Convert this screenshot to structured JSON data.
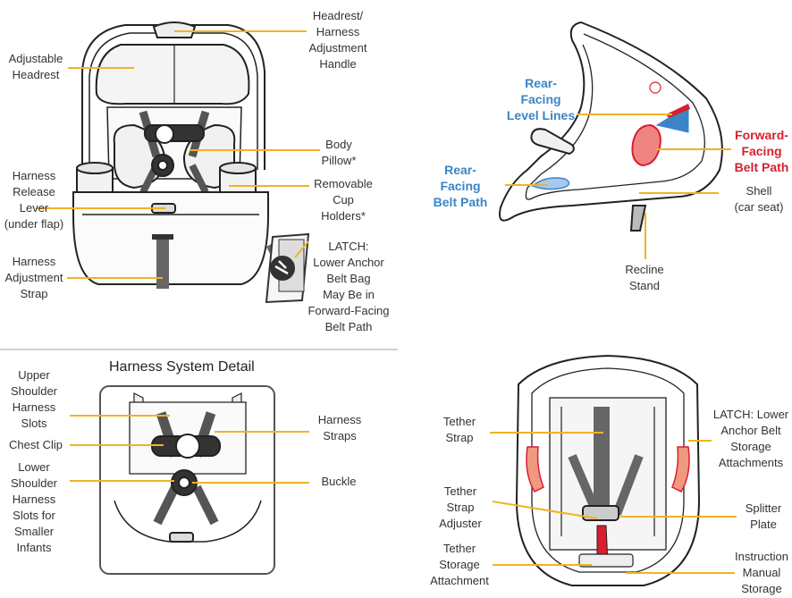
{
  "labels": {
    "adjustable_headrest": "Adjustable\nHeadrest",
    "headrest_handle": "Headrest/\nHarness\nAdjustment\nHandle",
    "body_pillow": "Body\nPillow*",
    "harness_release": "Harness\nRelease\nLever\n(under flap)",
    "cup_holders": "Removable\nCup\nHolders*",
    "harness_strap": "Harness\nAdjustment\nStrap",
    "latch_bag": "LATCH:\nLower Anchor\nBelt Bag\nMay Be in\nForward-Facing\nBelt Path",
    "rear_level": "Rear-\nFacing\nLevel Lines",
    "forward_belt": "Forward-\nFacing\nBelt Path",
    "rear_belt": "Rear-\nFacing\nBelt Path",
    "shell": "Shell\n(car seat)",
    "recline": "Recline\nStand",
    "upper_slots": "Upper\nShoulder\nHarness\nSlots",
    "chest_clip": "Chest Clip",
    "lower_slots": "Lower\nShoulder\nHarness\nSlots for\nSmaller\nInfants",
    "harness_straps": "Harness\nStraps",
    "buckle": "Buckle",
    "tether_strap": "Tether\nStrap",
    "tether_adjuster": "Tether\nStrap\nAdjuster",
    "tether_storage": "Tether\nStorage\nAttachment",
    "latch_storage": "LATCH: Lower\nAnchor Belt\nStorage\nAttachments",
    "splitter": "Splitter\nPlate",
    "manual_storage": "Instruction\nManual\nStorage"
  },
  "harness_title": "Harness System Detail",
  "colors": {
    "leader": "#f0b323",
    "rear_blue": "#3a85c7",
    "forward_red": "#d71f30"
  }
}
